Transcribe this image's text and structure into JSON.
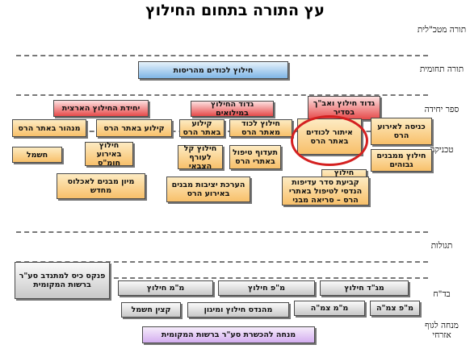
{
  "title": "עץ התורה בתחום החילוץ",
  "row_labels": {
    "meta": "תורה מטכ\"לית",
    "professional": "תורה תחומית",
    "unit": "ספר יחידה",
    "technical": "טכניקה",
    "logistics": "תגולות",
    "bad": "בד\"ח",
    "guide": "מנחה לגוף אזרחי"
  },
  "professional": {
    "rescue_training": "חילוץ לכודים מהריסות"
  },
  "unit": {
    "abc": "גדוד חילוץ ואב\"ך בסדיר",
    "reserves": "גדוד החילוץ במילואים",
    "national": "יחידת החילוץ הארצית"
  },
  "technical": {
    "entry": "כניסה לאירוע הרס",
    "locating": "איתור לכודים באתר הרס",
    "rescue_from_site": "חילוץ לכוד מאתר הרס",
    "shoring": "קילוע באתר הרס",
    "managing": "מנהור באתר הרס",
    "from_structures": "חילוץ ממבנים גבוהים",
    "roping": "חילוץ בשיפוע",
    "damage_handling": "תעדוף טיפול באתרי הרס",
    "light_rescue": "חילוץ קל לעורף הצבאי",
    "hazmat": "חילוץ באירוע חומ\"ס",
    "electricity": "חשמל",
    "priority_set": "קביעת סדר עדיפות הנדסי לטיפול באתרי הרס – סריאה מבני",
    "estimation": "הערכת יציבות מבנים באירוע הרס",
    "sorting": "מיון מבנים לאכלוס מחדש"
  },
  "bad": {
    "bn_commander": "מג\"ד חילוץ",
    "co_commander": "מ\"פ חילוץ",
    "plt_commander": "מ\"מ חילוץ",
    "pocket": "פנקס כיס למתנדב סע\"ר ברשות המקומית",
    "co_tzama": "מ\"פ צמ\"ה",
    "plt_tzama": "מ\"מ צמ\"ה",
    "engineer": "מהנדס חילוץ ומיגון",
    "electric_officer": "קצין חשמל"
  },
  "guide": {
    "sar_guide": "מנחה להכשרת סע\"ר ברשות המקומית"
  }
}
